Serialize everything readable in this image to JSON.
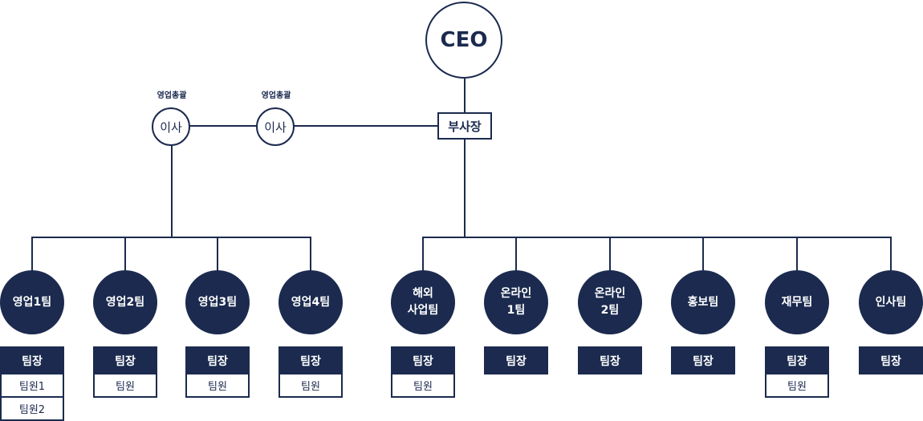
{
  "ceo": "CEO",
  "vice_president": "부사장",
  "directors": [
    {
      "title": "영업총괄",
      "label": "이사"
    },
    {
      "title": "영업총괄",
      "label": "이사"
    }
  ],
  "teams": [
    {
      "name1": "영업1팀",
      "name2": "",
      "leader": "팀장",
      "members": [
        "팀원1",
        "팀원2"
      ]
    },
    {
      "name1": "영업2팀",
      "name2": "",
      "leader": "팀장",
      "members": [
        "팀원"
      ]
    },
    {
      "name1": "영업3팀",
      "name2": "",
      "leader": "팀장",
      "members": [
        "팀원"
      ]
    },
    {
      "name1": "영업4팀",
      "name2": "",
      "leader": "팀장",
      "members": [
        "팀원"
      ]
    },
    {
      "name1": "해외",
      "name2": "사업팀",
      "leader": "팀장",
      "members": [
        "팀원"
      ]
    },
    {
      "name1": "온라인",
      "name2": "1팀",
      "leader": "팀장",
      "members": []
    },
    {
      "name1": "온라인",
      "name2": "2팀",
      "leader": "팀장",
      "members": []
    },
    {
      "name1": "홍보팀",
      "name2": "",
      "leader": "팀장",
      "members": []
    },
    {
      "name1": "재무팀",
      "name2": "",
      "leader": "팀장",
      "members": [
        "팀원"
      ]
    },
    {
      "name1": "인사팀",
      "name2": "",
      "leader": "팀장",
      "members": []
    }
  ]
}
